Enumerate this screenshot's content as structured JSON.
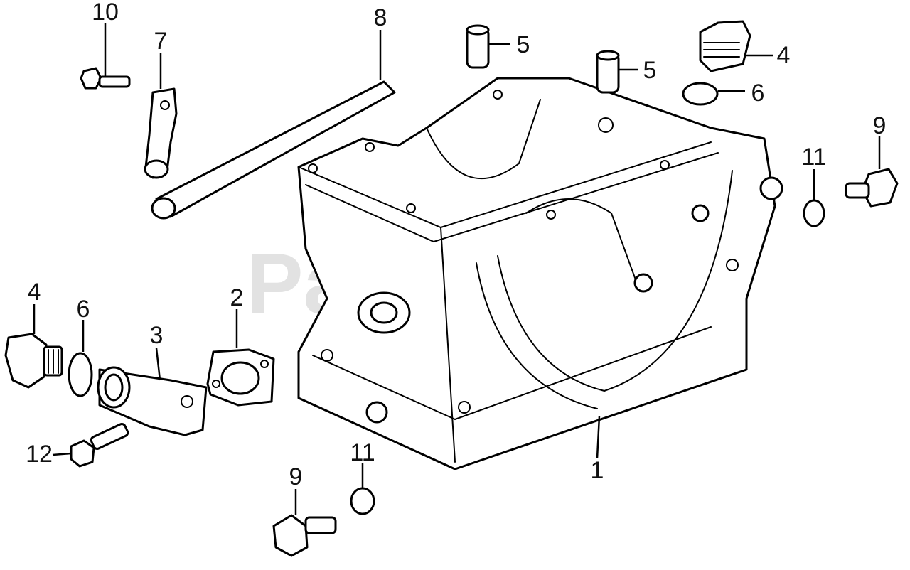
{
  "watermark": "PartsTree",
  "callouts": [
    {
      "id": "c1",
      "label": "1"
    },
    {
      "id": "c2",
      "label": "2"
    },
    {
      "id": "c3",
      "label": "3"
    },
    {
      "id": "c4a",
      "label": "4"
    },
    {
      "id": "c4b",
      "label": "4"
    },
    {
      "id": "c5a",
      "label": "5"
    },
    {
      "id": "c5b",
      "label": "5"
    },
    {
      "id": "c6a",
      "label": "6"
    },
    {
      "id": "c6b",
      "label": "6"
    },
    {
      "id": "c7",
      "label": "7"
    },
    {
      "id": "c8",
      "label": "8"
    },
    {
      "id": "c9a",
      "label": "9"
    },
    {
      "id": "c9b",
      "label": "9"
    },
    {
      "id": "c10",
      "label": "10"
    },
    {
      "id": "c11a",
      "label": "11"
    },
    {
      "id": "c11b",
      "label": "11"
    },
    {
      "id": "c12",
      "label": "12"
    }
  ]
}
